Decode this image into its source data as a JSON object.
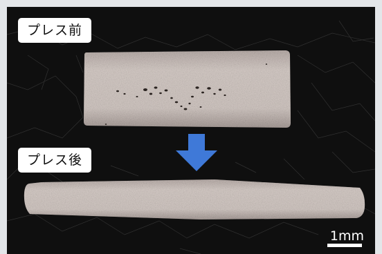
{
  "image": {
    "label_before": "プレス前",
    "label_after": "プレス後",
    "scale_bar_text": "1mm",
    "arrow_color": "#3f79d8",
    "sample_color": "#cfc4bf",
    "background_color": "#0f0f0f"
  }
}
